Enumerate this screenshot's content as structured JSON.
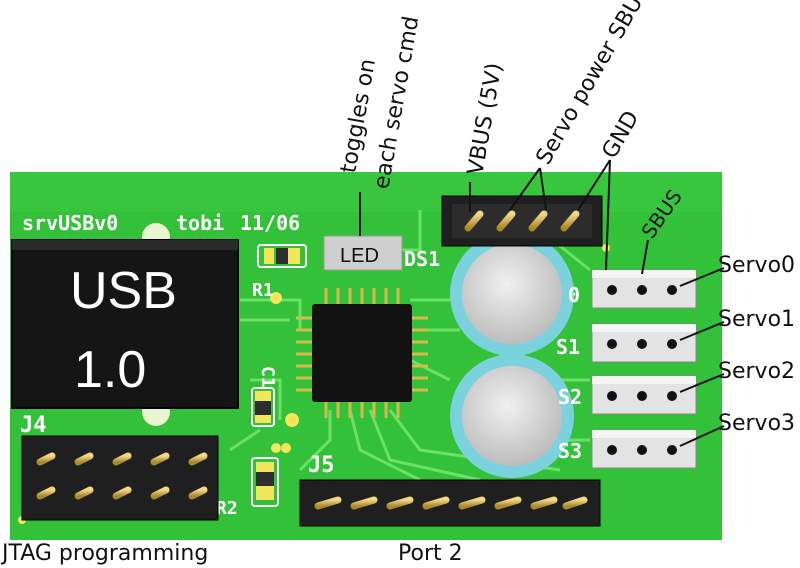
{
  "board": {
    "silkscreen_title": "srvUSBv0",
    "silkscreen_author": "tobi",
    "silkscreen_date": "11/06",
    "usb_label_line1": "USB",
    "usb_label_line2": "1.0",
    "led_label": "LED",
    "ds1_label": "DS1",
    "r1_label": "R1",
    "r2_label": "R2",
    "c1_label": "C1",
    "j4_label": "J4",
    "j5_label": "J5",
    "s0_label": "0",
    "s1_label": "S1",
    "s2_label": "S2",
    "s3_label": "S3"
  },
  "annotations": {
    "led_note_line1": "toggles on",
    "led_note_line2": "each servo cmd",
    "vbus": "VBUS (5V)",
    "servo_power": "Servo power SBUS",
    "gnd": "GND",
    "sbus": "SBUS",
    "servo0": "Servo0",
    "servo1": "Servo1",
    "servo2": "Servo2",
    "servo3": "Servo3",
    "jtag": "JTAG programming",
    "port2": "Port 2"
  },
  "colors": {
    "pcb": "#33c13a",
    "pcb_light": "#57d65c",
    "trace": "#6fe068",
    "pad": "#f2e65a",
    "capacitor_ring": "#7cd2dc",
    "capacitor_body": "#d8d8d8",
    "header": "#1f1f1f",
    "pin": "#d9b84a",
    "chip": "#121212",
    "usb": "#151515"
  }
}
